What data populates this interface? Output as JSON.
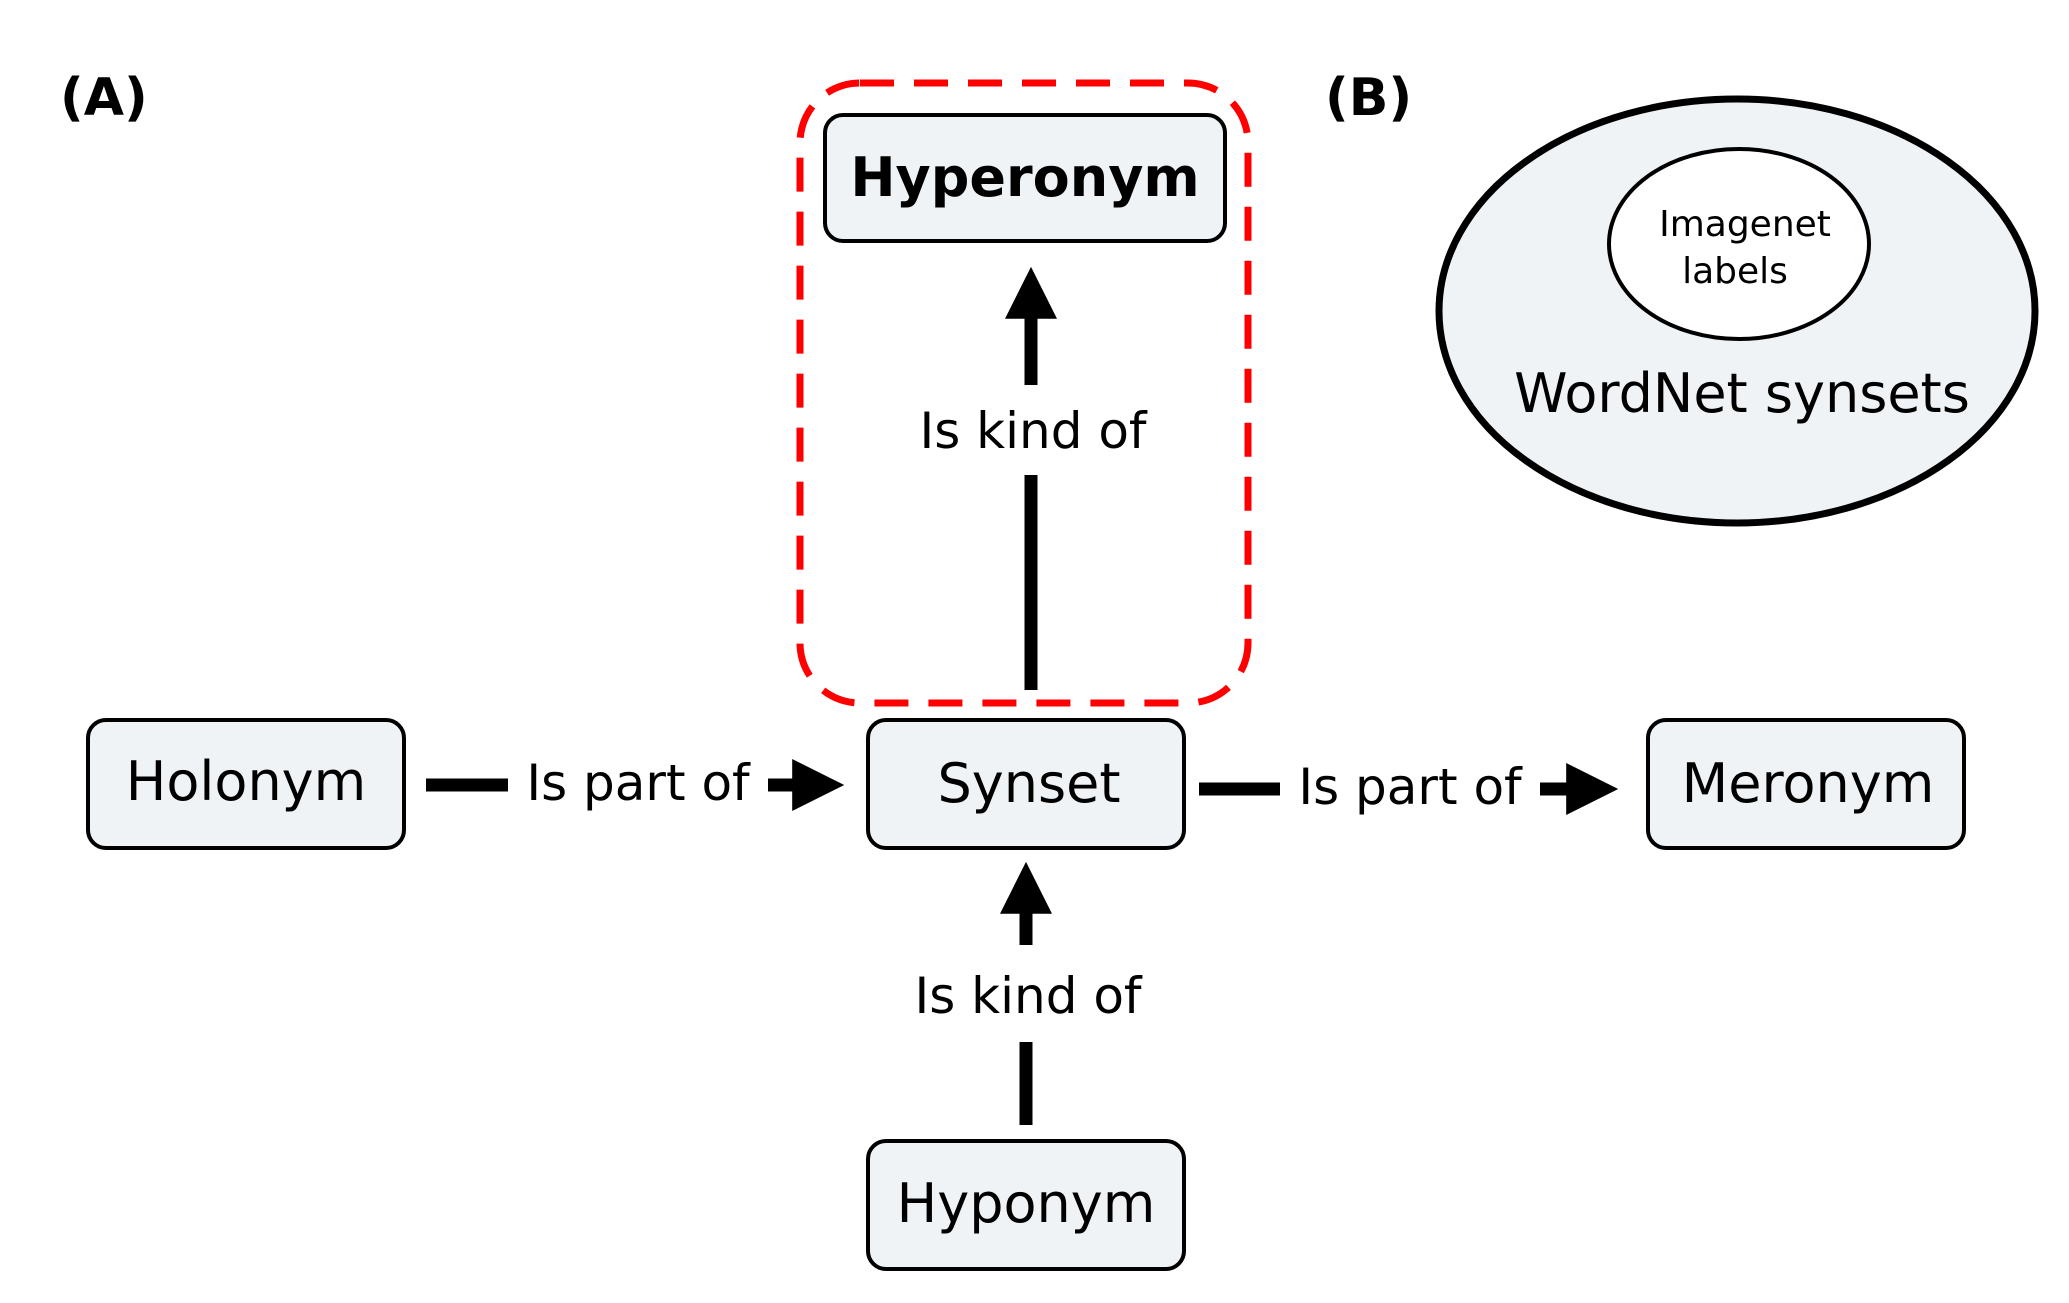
{
  "panel_a": {
    "label": "(A)",
    "nodes": {
      "hyperonym": "Hyperonym",
      "synset": "Synset",
      "holonym": "Holonym",
      "meronym": "Meronym",
      "hyponym": "Hyponym"
    },
    "edges": {
      "synset_to_hyperonym": "Is kind of",
      "hyponym_to_synset": "Is kind of",
      "holonym_to_synset": "Is part of",
      "synset_to_meronym": "Is part of"
    }
  },
  "panel_b": {
    "label": "(B)",
    "outer_set": "WordNet synsets",
    "inner_set_line1": "Imagenet",
    "inner_set_line2": "labels"
  },
  "colors": {
    "node_fill": "#eff3f6",
    "stroke": "#000000",
    "highlight": "#ff0000"
  }
}
